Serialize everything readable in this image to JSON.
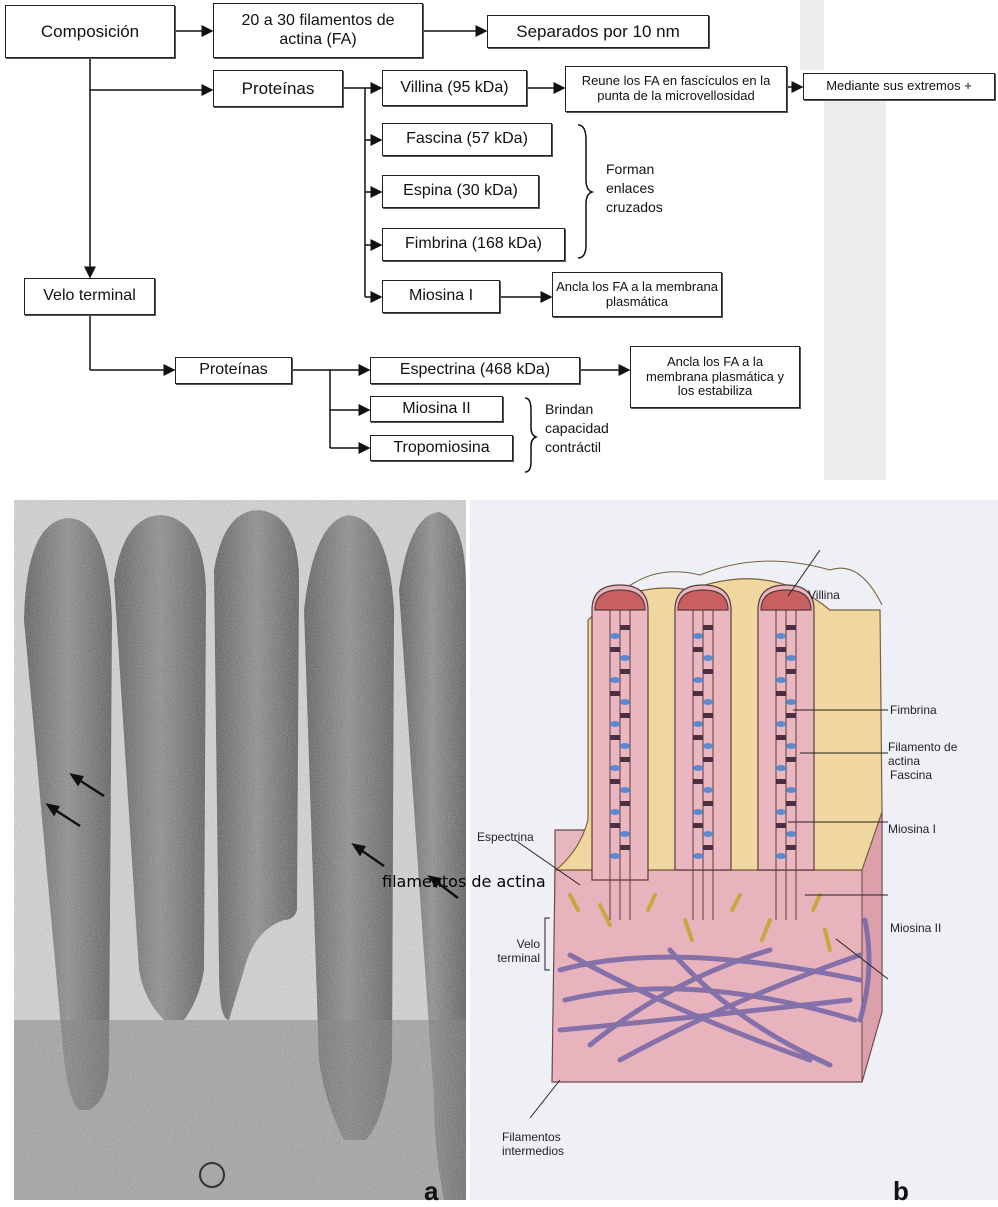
{
  "flowchart": {
    "composicion": "Composición",
    "filamentos": "20 a 30 filamentos de actina (FA)",
    "separados": "Separados por 10 nm",
    "proteinas1": "Proteínas",
    "villina": "Villina (95 kDa)",
    "reune": "Reune los FA en fascículos en la punta de la microvellosidad",
    "mediante": "Mediante sus extremos +",
    "fascina": "Fascina (57 kDa)",
    "espina": "Espina (30 kDa)",
    "fimbrina": "Fimbrina (168 kDa)",
    "forman": "Forman enlaces cruzados",
    "velo": "Velo terminal",
    "miosina1": "Miosina I",
    "ancla1": "Ancla los FA a la membrana plasmática",
    "proteinas2": "Proteínas",
    "espectrina": "Espectrina (468 kDa)",
    "ancla2": "Ancla los FA a la membrana plasmática y los estabiliza",
    "miosina2": "Miosina II",
    "tropomiosina": "Tropomiosina",
    "brindan": "Brindan capacidad contráctil"
  },
  "micrograph": {
    "annotation": "filamentos de actina",
    "panel_letter": "a"
  },
  "illustration": {
    "panel_letter": "b",
    "labels": {
      "villina": "Villina",
      "fimbrina": "Fimbrina",
      "filamento": "Filamento de actina",
      "fascina": "Fascina",
      "miosina1": "Miosina I",
      "espectrina": "Espectrina",
      "velo": "Velo terminal",
      "miosina2": "Miosina II",
      "intermedios": "Filamentos intermedios"
    }
  }
}
